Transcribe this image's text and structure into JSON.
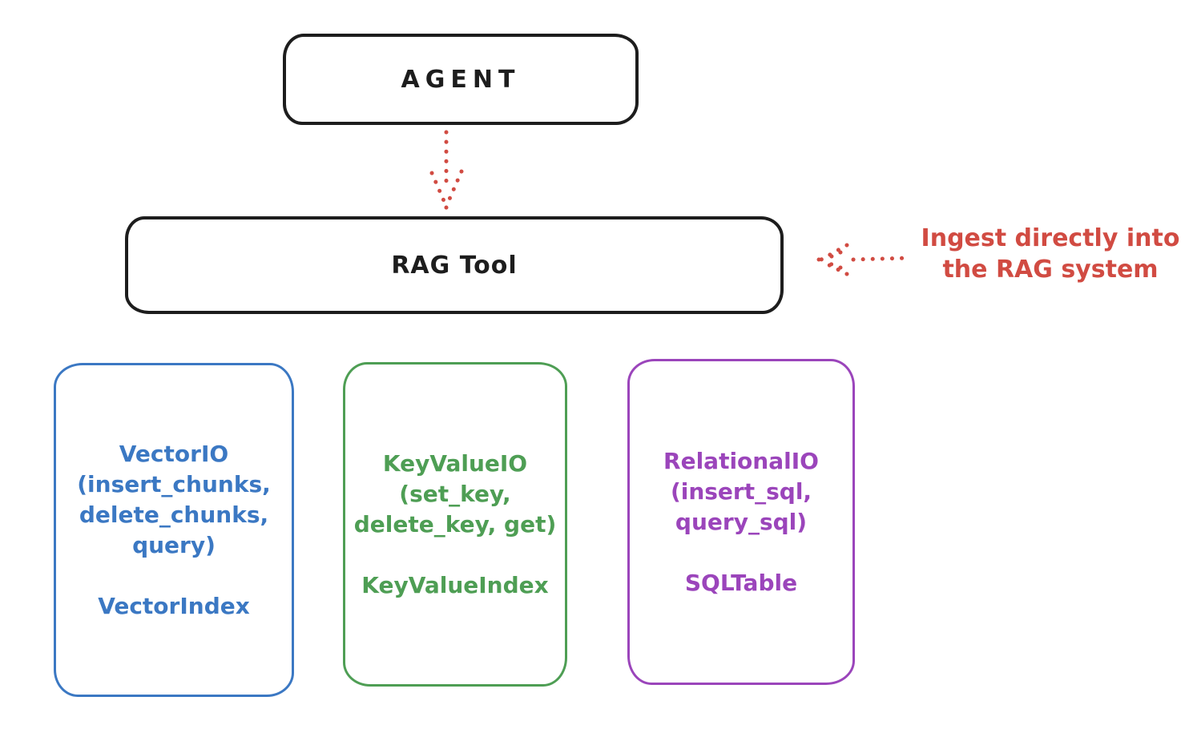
{
  "agent": {
    "label": "AGENT"
  },
  "rag_tool": {
    "label": "RAG Tool"
  },
  "annotation": {
    "text_line1": "Ingest directly into",
    "text_line2": "the RAG system"
  },
  "arrows": [
    {
      "name": "agent-to-rag-tool",
      "style": "dotted",
      "direction": "down",
      "color": "#d14b42"
    },
    {
      "name": "ingest-into-rag-tool",
      "style": "dotted",
      "direction": "left",
      "color": "#d14b42"
    }
  ],
  "storage_cards": [
    {
      "id": "vector",
      "color": "#3b78c3",
      "lines": [
        "VectorIO",
        "(insert_chunks,",
        "delete_chunks,",
        "query)"
      ],
      "index_label": "VectorIndex"
    },
    {
      "id": "keyvalue",
      "color": "#4e9e54",
      "lines": [
        "KeyValueIO",
        "(set_key,",
        "delete_key, get)"
      ],
      "index_label": "KeyValueIndex"
    },
    {
      "id": "relational",
      "color": "#9b45bb",
      "lines": [
        "RelationalIO",
        "(insert_sql,",
        "query_sql)"
      ],
      "index_label": "SQLTable"
    }
  ],
  "colors": {
    "stroke_black": "#1d1d1d",
    "accent_red": "#d14b42",
    "vector_blue": "#3b78c3",
    "keyvalue_green": "#4e9e54",
    "relational_purple": "#9b45bb",
    "background": "#ffffff"
  }
}
